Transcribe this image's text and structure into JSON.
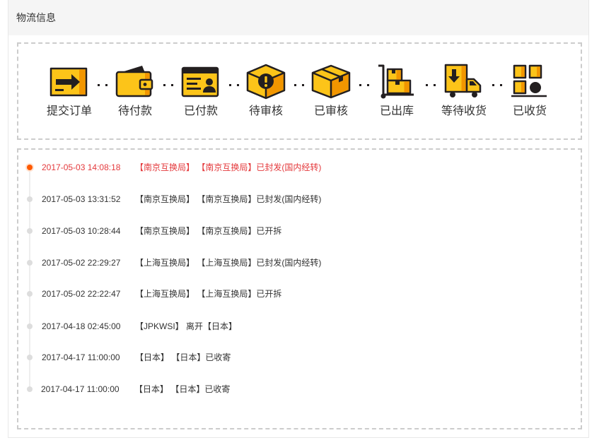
{
  "panel": {
    "title": "物流信息"
  },
  "steps": [
    {
      "label": "提交订单",
      "icon": "submit-order-icon"
    },
    {
      "label": "待付款",
      "icon": "wallet-icon"
    },
    {
      "label": "已付款",
      "icon": "paid-card-icon"
    },
    {
      "label": "待审核",
      "icon": "pending-review-box-icon"
    },
    {
      "label": "已审核",
      "icon": "reviewed-box-icon"
    },
    {
      "label": "已出库",
      "icon": "hand-truck-icon"
    },
    {
      "label": "等待收货",
      "icon": "delivery-truck-icon"
    },
    {
      "label": "已收货",
      "icon": "received-icon"
    }
  ],
  "timeline": {
    "entries": [
      {
        "time": "2017-05-03 14:08:18",
        "desc": "【南京互换局】 【南京互换局】已封发(国内经转)",
        "active": true
      },
      {
        "time": "2017-05-03 13:31:52",
        "desc": "【南京互换局】 【南京互换局】已封发(国内经转)",
        "active": false
      },
      {
        "time": "2017-05-03 10:28:44",
        "desc": "【南京互换局】 【南京互换局】已开拆",
        "active": false
      },
      {
        "time": "2017-05-02 22:29:27",
        "desc": "【上海互换局】 【上海互换局】已封发(国内经转)",
        "active": false
      },
      {
        "time": "2017-05-02 22:22:47",
        "desc": "【上海互换局】 【上海互换局】已开拆",
        "active": false
      },
      {
        "time": "2017-04-18 02:45:00",
        "desc": "【JPKWSI】 离开【日本】",
        "active": false
      },
      {
        "time": "2017-04-17 11:00:00",
        "desc": "【日本】 【日本】已收寄",
        "active": false
      },
      {
        "time": "2017-04-17 11:00:00",
        "desc": "【日本】 【日本】已收寄",
        "active": false
      }
    ]
  },
  "colors": {
    "icon_yellow": "#fcc419",
    "icon_shade": "#f29600",
    "icon_outline": "#231f20",
    "active_text": "#e4393c",
    "active_dot": "#ff5a00",
    "inactive_dot": "#dddddd"
  }
}
